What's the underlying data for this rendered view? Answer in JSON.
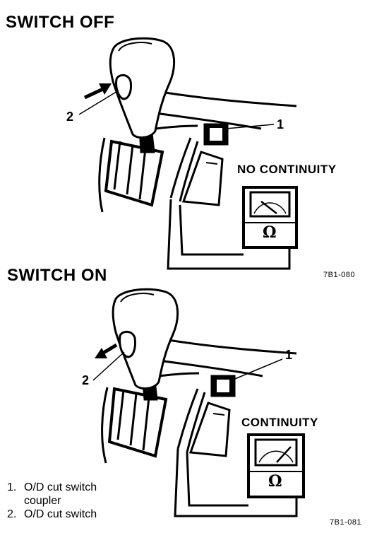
{
  "panels": [
    {
      "heading": "SWITCH OFF",
      "status": "NO CONTINUITY",
      "code": "7B1-080",
      "callout_coupler": "1",
      "callout_switch": "2",
      "meter_symbol": "Ω"
    },
    {
      "heading": "SWITCH ON",
      "status": "CONTINUITY",
      "code": "7B1-081",
      "callout_coupler": "1",
      "callout_switch": "2",
      "meter_symbol": "Ω"
    }
  ],
  "legend": [
    {
      "num": "1.",
      "line1": "O/D cut switch",
      "line2": "coupler"
    },
    {
      "num": "2.",
      "line1": "O/D cut switch",
      "line2": ""
    }
  ]
}
